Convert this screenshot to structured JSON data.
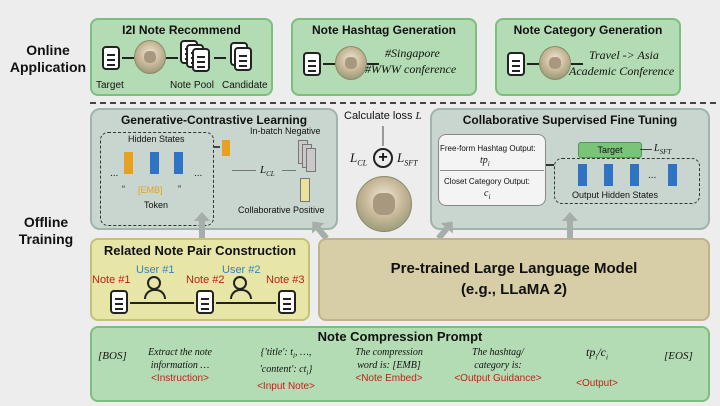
{
  "colors": {
    "green_panel": "#b4dcb4",
    "gray_panel": "#c8d6cf",
    "yellow_panel": "#e7e6a6",
    "tan_panel": "#d7cda6",
    "orange_token": "#e8a020",
    "blue_token": "#2e73c4",
    "target_green": "#7ac47a",
    "red_text": "#c0201a",
    "blue_text": "#2a86c8"
  },
  "side_labels": {
    "online": "Online Application",
    "offline": "Offline Training"
  },
  "online": {
    "i2i": {
      "title": "I2I Note Recommend",
      "target": "Target",
      "pool": "Note Pool",
      "candidate": "Candidate"
    },
    "hashtag": {
      "title": "Note Hashtag Generation",
      "line1": "#Singapore",
      "line2": "#WWW conference"
    },
    "category": {
      "title": "Note Category Generation",
      "line1": "Travel -> Asia",
      "line2": "Academic Conference"
    }
  },
  "gcl": {
    "title": "Generative-Contrastive Learning",
    "hidden_states": "Hidden States",
    "emb_token": "[EMB]",
    "quote_open": "“",
    "quote_close": "”",
    "token_label": "Token",
    "dots_left": "...",
    "dots_right": "...",
    "in_batch": "In-batch Negative",
    "collab_pos": "Collaborative Positive",
    "loss_main": "L",
    "loss_sub": "CL"
  },
  "center": {
    "calc_loss": "Calculate loss",
    "calc_loss_var": "L",
    "lcl_main": "L",
    "lcl_sub": "CL",
    "plus": "+",
    "lsft_main": "L",
    "lsft_sub": "SFT"
  },
  "csft": {
    "title": "Collaborative Supervised Fine Tuning",
    "hashtag_label": "Free-form Hashtag Output:",
    "hashtag_var": "tp",
    "hashtag_sub": "i",
    "category_label": "Closet Category Output:",
    "category_var": "c",
    "category_sub": "i",
    "target": "Target",
    "loss_main": "L",
    "loss_sub": "SFT",
    "output_hidden": "Output Hidden States",
    "dots": "..."
  },
  "pair": {
    "title": "Related Note Pair Construction",
    "user1": "User #1",
    "user2": "User #2",
    "note1": "Note #1",
    "note2": "Note #2",
    "note3": "Note #3"
  },
  "llm": {
    "line1": "Pre-trained Large Language Model",
    "line2": "(e.g., LLaMA 2)"
  },
  "prompt": {
    "title": "Note Compression Prompt",
    "bos": "[BOS]",
    "eos": "[EOS]",
    "cells": [
      {
        "line1": "Extract the note",
        "line2": "information …",
        "tag": "<Instruction>"
      },
      {
        "line1": "{'title': t",
        "line1_sub": "i",
        "line1_tail": ", …,",
        "line2": "'content': ct",
        "line2_sub": "i",
        "line2_tail": "}",
        "tag": "<Input Note>"
      },
      {
        "line1": "The compression",
        "line2": "word is: [EMB]",
        "tag": "<Note Embed>"
      },
      {
        "line1": "The hashtag/",
        "line2": "category is:",
        "tag": "<Output Guidance>"
      },
      {
        "line1": "tp",
        "line1_sub": "i",
        "line1_mid": "/c",
        "line1_sub2": "i",
        "tag": "<Output>"
      }
    ]
  }
}
